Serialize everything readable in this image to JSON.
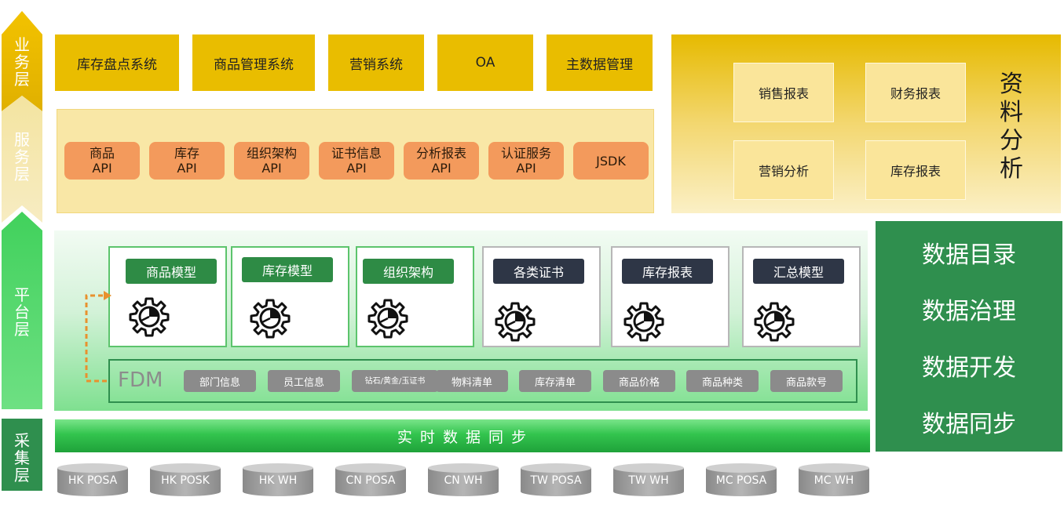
{
  "layers": {
    "business": [
      "业",
      "务",
      "层"
    ],
    "service": [
      "服",
      "务",
      "层"
    ],
    "platform": [
      "平",
      "台",
      "层"
    ],
    "collect": [
      "采",
      "集",
      "层"
    ]
  },
  "business_systems": [
    "库存盘点系统",
    "商品管理系统",
    "营销系统",
    "OA",
    "主数据管理"
  ],
  "apis": [
    {
      "line1": "商品",
      "line2": "API"
    },
    {
      "line1": "库存",
      "line2": "API"
    },
    {
      "line1": "组织架构",
      "line2": "API"
    },
    {
      "line1": "证书信息",
      "line2": "API"
    },
    {
      "line1": "分析报表",
      "line2": "API"
    },
    {
      "line1": "认证服务",
      "line2": "API"
    },
    {
      "line1": "JSDK",
      "line2": ""
    }
  ],
  "analysis": {
    "title": [
      "资",
      "料",
      "分",
      "析"
    ],
    "reports": [
      "销售报表",
      "财务报表",
      "营销分析",
      "库存报表"
    ]
  },
  "models": [
    "商品模型",
    "库存模型",
    "组织架构",
    "各类证书",
    "库存报表",
    "汇总模型"
  ],
  "fdm": {
    "label": "FDM",
    "items": [
      "部门信息",
      "员工信息",
      "钻石/黄金/玉证书",
      "物料清单",
      "库存清单",
      "商品价格",
      "商品种类",
      "商品款号"
    ]
  },
  "sync_bar": "实 时 数 据 同 步",
  "data_services": [
    "数据目录",
    "数据治理",
    "数据开发",
    "数据同步"
  ],
  "sources": [
    "HK POSA",
    "HK POSK",
    "HK WH",
    "CN POSA",
    "CN WH",
    "TW POSA",
    "TW WH",
    "MC POSA",
    "MC WH"
  ],
  "colors": {
    "business_gold": "#e9bd00",
    "api_orange": "#f39a5c",
    "platform_green": "#56d66e",
    "dark_green": "#2f8f4e",
    "model_green_label": "#2e8b45",
    "model_dark_label": "#2e3646"
  }
}
